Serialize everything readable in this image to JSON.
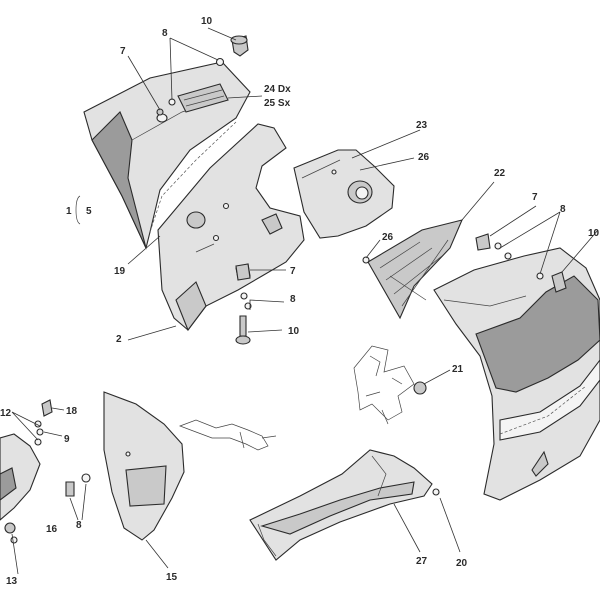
{
  "callouts": {
    "c1": "1",
    "c2": "2",
    "c5": "5",
    "c7a": "7",
    "c7b": "7",
    "c7c": "7",
    "c8a": "8",
    "c8b": "8",
    "c8c": "8",
    "c8d": "8",
    "c9": "9",
    "c10a": "10",
    "c10b": "10",
    "c10c": "10",
    "c12": "12",
    "c13": "13",
    "c15": "15",
    "c16": "16",
    "c18": "18",
    "c19": "19",
    "c20": "20",
    "c21": "21",
    "c22": "22",
    "c23": "23",
    "c24": "24 Dx",
    "c25": "25 Sx",
    "c26a": "26",
    "c26b": "26",
    "c27": "27"
  }
}
